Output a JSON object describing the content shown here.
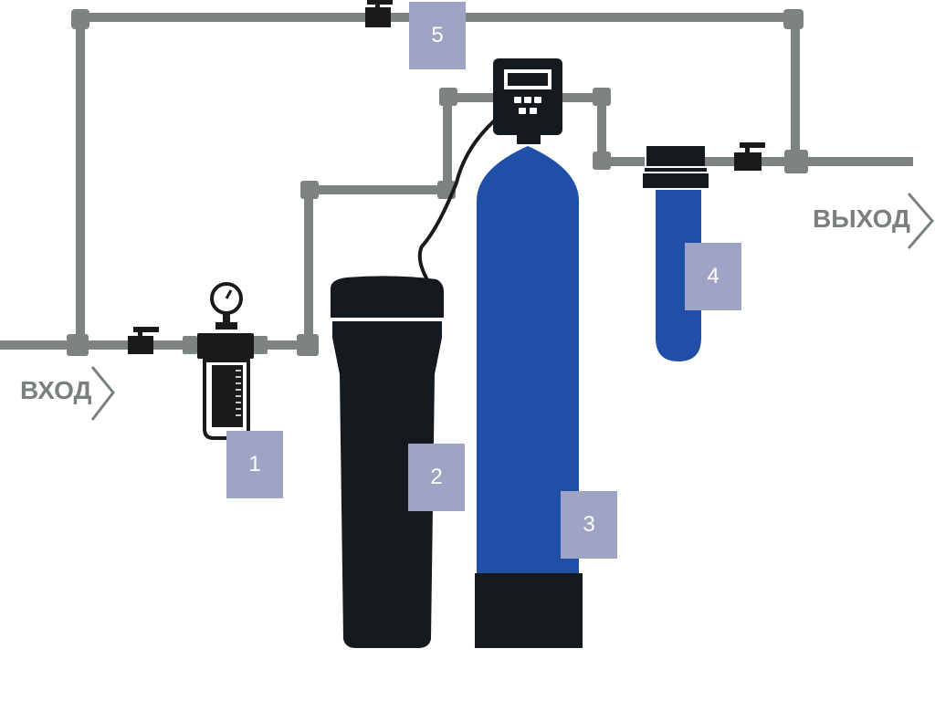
{
  "labels": {
    "inlet": "ВХОД",
    "outlet": "ВЫХОД"
  },
  "badges": [
    "1",
    "2",
    "3",
    "4",
    "5"
  ],
  "colors": {
    "pipe": "#7d8382",
    "valve": "#1a1a1a",
    "tank_dark": "#151a1f",
    "tank_blue": "#1f4fa6",
    "badge": "#9fa4c4",
    "label_text": "#7a7f80"
  },
  "icons": [
    "pressure-gauge-icon",
    "control-valve-head-icon",
    "ball-valve-icon",
    "arrow-right-icon"
  ]
}
